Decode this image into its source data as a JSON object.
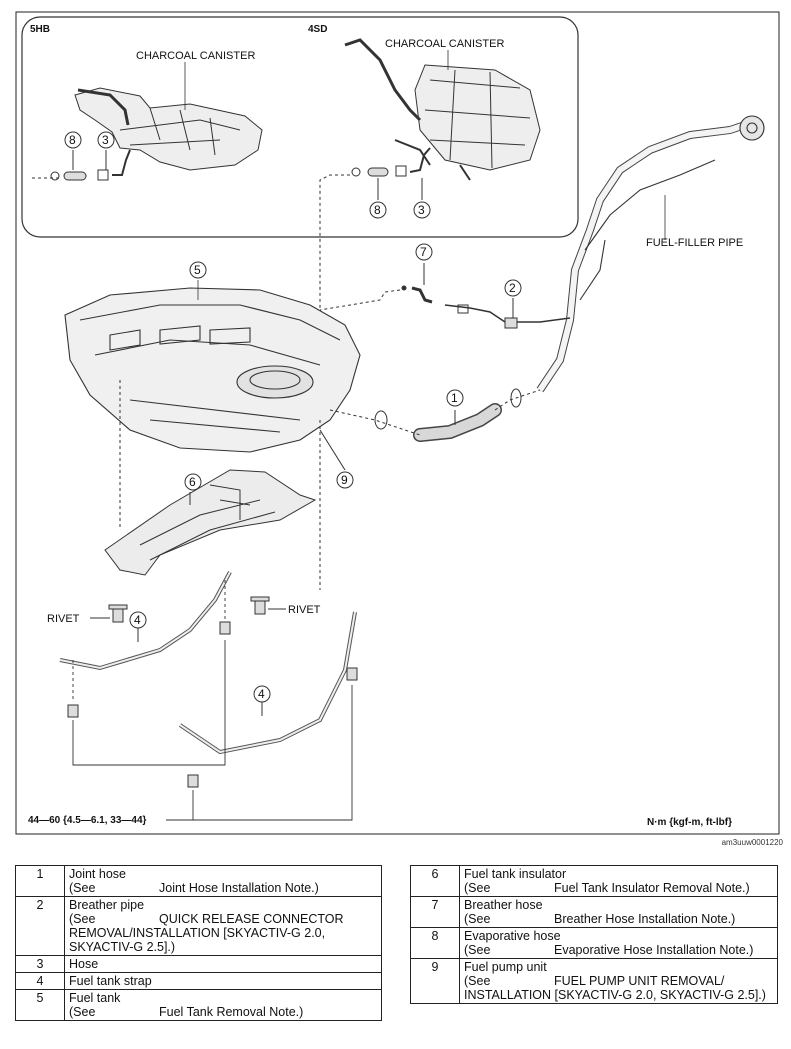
{
  "diagram": {
    "variant_5hb": "5HB",
    "variant_4sd": "4SD",
    "charcoal_canister_5hb": "CHARCOAL CANISTER",
    "charcoal_canister_4sd": "CHARCOAL CANISTER",
    "fuel_filler_pipe": "FUEL-FILLER PIPE",
    "rivet_left": "RIVET",
    "rivet_right": "RIVET",
    "torque_spec": "44—60 {4.5—6.1, 33—44}",
    "torque_units": "N·m {kgf-m, ft-lbf}",
    "image_ref": "am3uuw0001220",
    "callouts": {
      "c1": "1",
      "c2": "2",
      "c3a": "3",
      "c3b": "3",
      "c4a": "4",
      "c4b": "4",
      "c5": "5",
      "c6": "6",
      "c7": "7",
      "c8a": "8",
      "c8b": "8",
      "c9": "9"
    }
  },
  "legend_left": [
    {
      "num": "1",
      "name": "Joint hose",
      "see": "(See",
      "note": "Joint Hose Installation Note.)"
    },
    {
      "num": "2",
      "name": "Breather pipe",
      "see": "(See",
      "note": "QUICK RELEASE CONNECTOR REMOVAL/INSTALLATION [SKYACTIV-G 2.0, SKYACTIV-G 2.5].)"
    },
    {
      "num": "3",
      "name": "Hose"
    },
    {
      "num": "4",
      "name": "Fuel tank strap"
    },
    {
      "num": "5",
      "name": "Fuel tank",
      "see": "(See",
      "note": "Fuel Tank Removal Note.)"
    }
  ],
  "legend_right": [
    {
      "num": "6",
      "name": "Fuel tank insulator",
      "see": "(See",
      "note": "Fuel Tank Insulator Removal Note.)"
    },
    {
      "num": "7",
      "name": "Breather hose",
      "see": "(See",
      "note": "Breather Hose Installation Note.)"
    },
    {
      "num": "8",
      "name": "Evaporative hose",
      "see": "(See",
      "note": "Evaporative Hose Installation Note.)"
    },
    {
      "num": "9",
      "name": "Fuel pump unit",
      "see": "(See",
      "note": "FUEL PUMP UNIT REMOVAL/ INSTALLATION [SKYACTIV-G 2.0, SKYACTIV-G 2.5].)"
    }
  ]
}
